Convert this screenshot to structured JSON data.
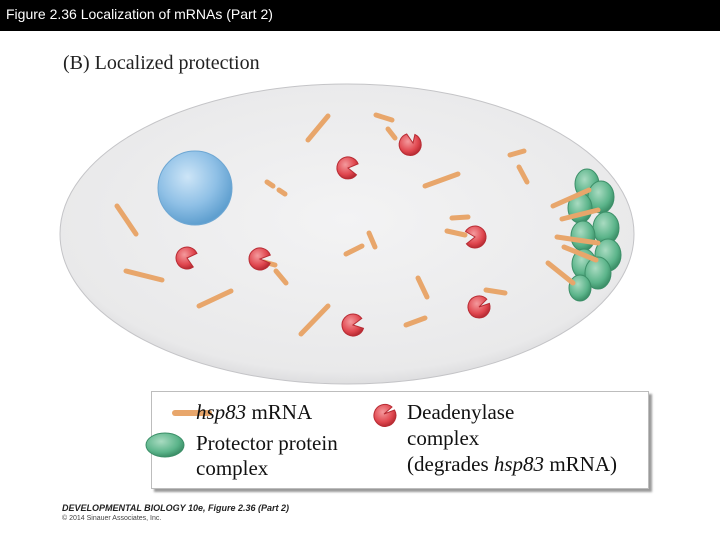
{
  "header": {
    "title": "Figure 2.36  Localization of mRNAs (Part 2)"
  },
  "panel": {
    "label": "(B)  Localized protection"
  },
  "legend": {
    "mrna_label_italic": "hsp83",
    "mrna_label_rest": " mRNA",
    "protector_line1": "Protector protein",
    "protector_line2": "complex",
    "deadenylase_line1": "Deadenylase",
    "deadenylase_line2": "complex",
    "deadenylase_line3_pre": "(degrades ",
    "deadenylase_line3_italic": "hsp83",
    "deadenylase_line3_post": " mRNA)"
  },
  "footer": {
    "title": "DEVELOPMENTAL BIOLOGY 10e, Figure 2.36 (Part 2)",
    "copyright": "© 2014 Sinauer Associates, Inc."
  },
  "colors": {
    "title_bar": "#000000",
    "cell_fill": "#ececed",
    "nucleus": "#8fc0e6",
    "mrna": "#e8a66b",
    "deadenylase": "#e0474f",
    "protector": "#5bb48a"
  }
}
